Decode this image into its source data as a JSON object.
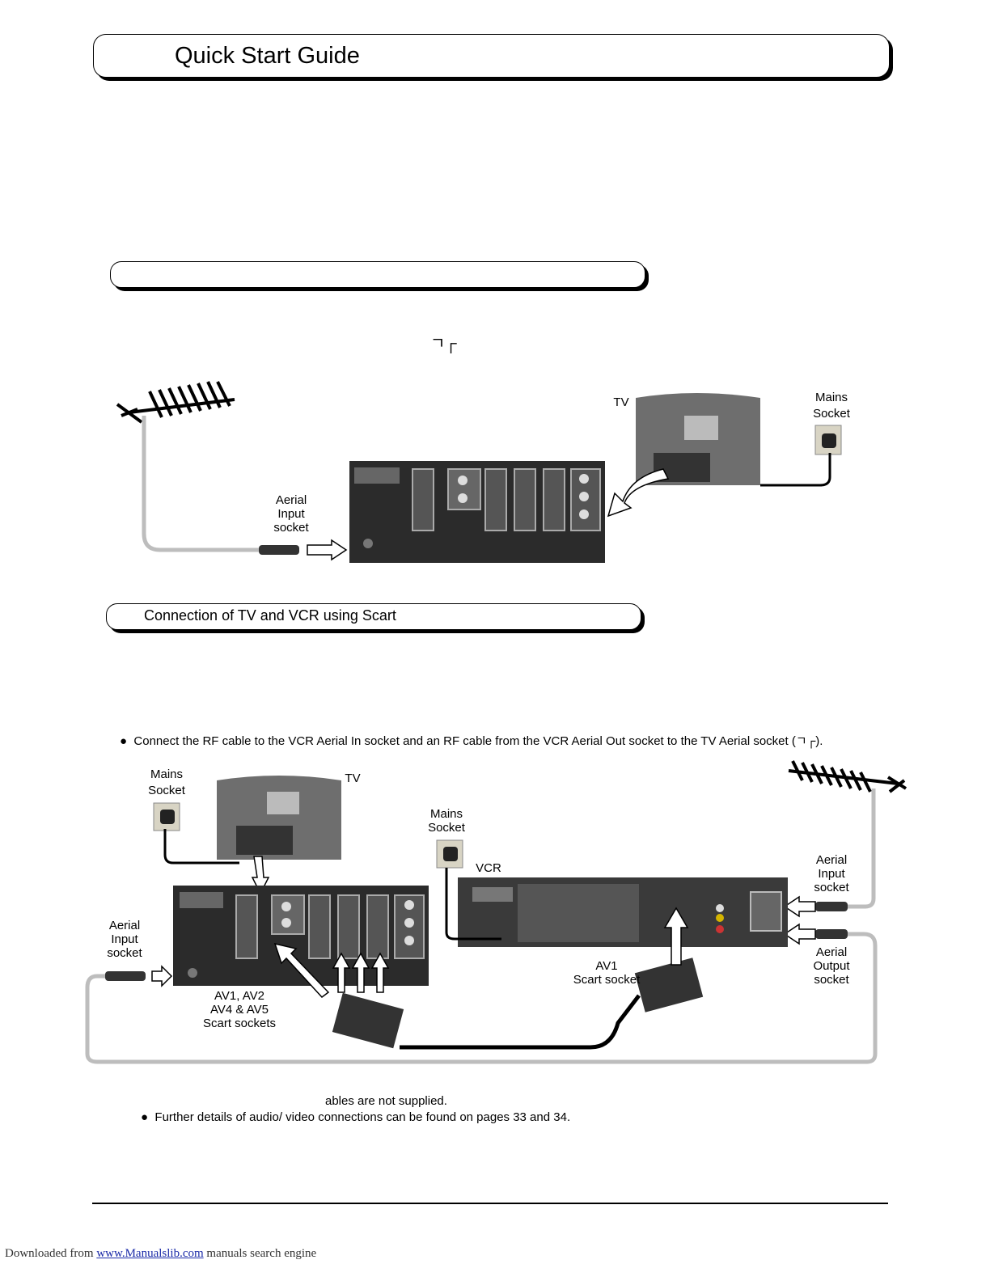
{
  "header": {
    "title": "Quick Start Guide"
  },
  "section1": {
    "title": "",
    "aerial_symbol": "ㄱ┌",
    "labels": {
      "tv": "TV",
      "mains_socket_line1": "Mains",
      "mains_socket_line2": "Socket",
      "aerial_input_line1": "Aerial",
      "aerial_input_line2": "Input",
      "aerial_input_line3": "socket"
    }
  },
  "section2": {
    "title": "Connection of TV and VCR using Scart",
    "bullet1": "Connect the RF cable to the VCR Aerial In socket and an RF cable from the VCR Aerial Out socket to the TV Aerial socket (",
    "bullet1_symbol": "ㄱ┌",
    "bullet1_end": ").",
    "labels": {
      "mains_tv_line1": "Mains",
      "mains_tv_line2": "Socket",
      "tv": "TV",
      "mains_vcr_line1": "Mains",
      "mains_vcr_line2": "Socket",
      "vcr": "VCR",
      "aerial_input_left_line1": "Aerial",
      "aerial_input_left_line2": "Input",
      "aerial_input_left_line3": "socket",
      "av_sockets_line1": "AV1, AV2",
      "av_sockets_line2": "AV4 & AV5",
      "av_sockets_line3": "Scart sockets",
      "av1_line1": "AV1",
      "av1_line2": "Scart socket",
      "aerial_input_right_line1": "Aerial",
      "aerial_input_right_line2": "Input",
      "aerial_input_right_line3": "socket",
      "aerial_output_line1": "Aerial",
      "aerial_output_line2": "Output",
      "aerial_output_line3": "socket"
    },
    "note_partial": "ables are not supplied.",
    "bullet2": "Further details of audio/ video connections can be found on pages 33 and 34."
  },
  "footer": {
    "prefix": "Downloaded from ",
    "link": "www.Manualslib.com",
    "suffix": " manuals search engine"
  },
  "colors": {
    "panel": "#2a2a2a",
    "cable": "#bdbdbd",
    "link": "#1a2aa8"
  }
}
